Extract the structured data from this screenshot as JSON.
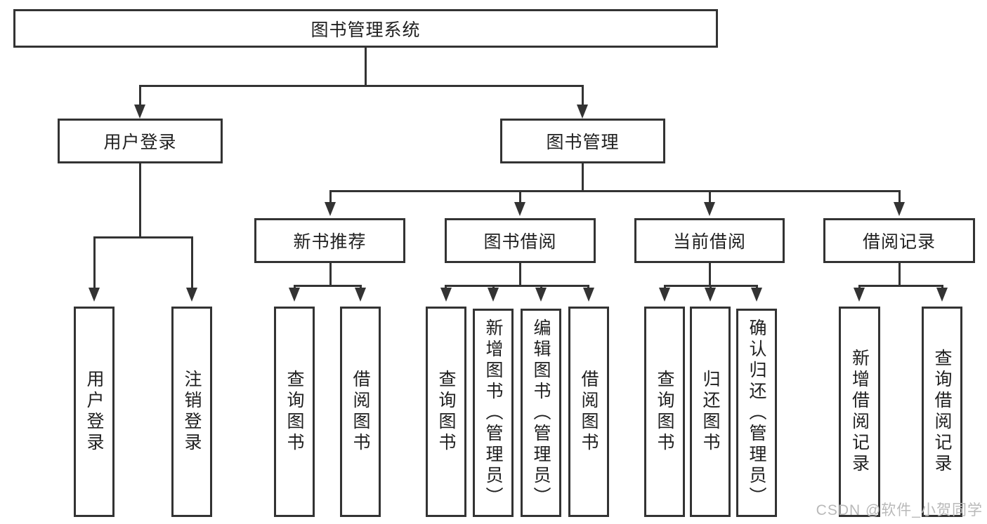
{
  "diagram": {
    "tree": {
      "root": "图书管理系统",
      "children": [
        {
          "label": "用户登录",
          "children": [
            {
              "label": "用户登录"
            },
            {
              "label": "注销登录"
            }
          ]
        },
        {
          "label": "图书管理",
          "children": [
            {
              "label": "新书推荐",
              "children": [
                {
                  "label": "查询图书"
                },
                {
                  "label": "借阅图书"
                }
              ]
            },
            {
              "label": "图书借阅",
              "children": [
                {
                  "label": "查询图书"
                },
                {
                  "label": "新增图书（管理员）"
                },
                {
                  "label": "编辑图书（管理员）"
                },
                {
                  "label": "借阅图书"
                }
              ]
            },
            {
              "label": "当前借阅",
              "children": [
                {
                  "label": "查询图书"
                },
                {
                  "label": "归还图书"
                },
                {
                  "label": "确认归还（管理员）"
                }
              ]
            },
            {
              "label": "借阅记录",
              "children": [
                {
                  "label": "新增借阅记录"
                },
                {
                  "label": "查询借阅记录"
                }
              ]
            }
          ]
        }
      ]
    },
    "watermark": "CSDN @软件_小贺同学",
    "colors": {
      "line": "#333333",
      "box_border": "#333333",
      "text": "#1f1f1f",
      "background": "#ffffff",
      "watermark": "#b9b9b9"
    }
  }
}
